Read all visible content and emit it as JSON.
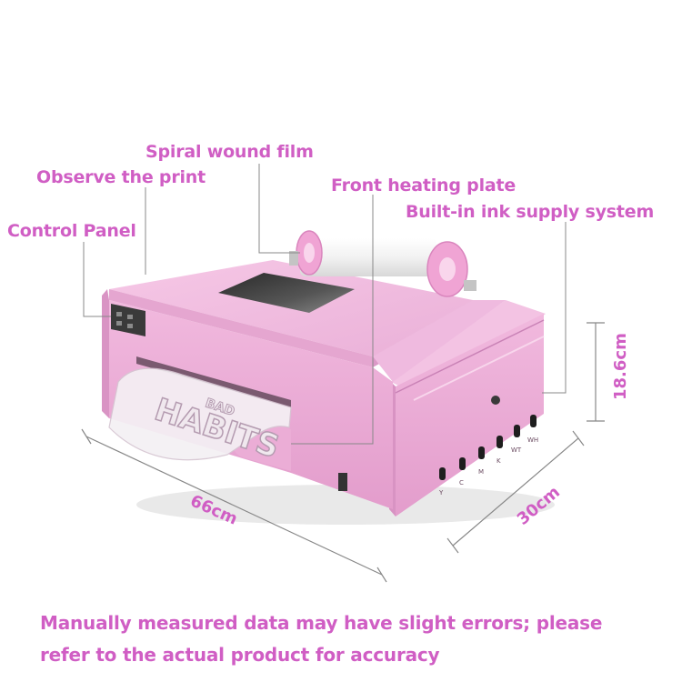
{
  "labels": {
    "spiral_wound_film": "Spiral wound film",
    "observe_the_print": "Observe the print",
    "front_heating_plate": "Front heating plate",
    "builtin_ink_supply": "Built-in ink supply system",
    "control_panel": "Control Panel"
  },
  "dimensions": {
    "length": "66cm",
    "depth": "30cm",
    "height": "18.6cm"
  },
  "film_print": {
    "main": "HABITS",
    "sub": "BAD"
  },
  "ink_slots": [
    "Y",
    "C",
    "M",
    "K",
    "WT",
    "WH"
  ],
  "footnote": {
    "line1": "Manually measured data may have slight errors; please",
    "line2": "refer to the actual product for accuracy"
  },
  "colors": {
    "accent_text": "#d05ec4",
    "printer_body": "#efb6de",
    "printer_shadow": "#d993c5"
  }
}
